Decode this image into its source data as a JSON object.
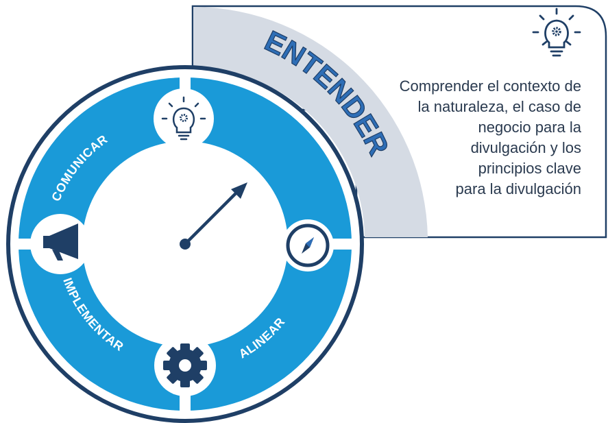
{
  "panel": {
    "title": "ENTENDER",
    "description_lines": [
      "Comprender el contexto de",
      "la naturaleza, el caso de",
      "negocio para la",
      "divulgación y los",
      "principios clave",
      "para la divulgación"
    ],
    "icon": "lightbulb-gear-icon"
  },
  "cycle": {
    "segments": [
      {
        "label": "COMUNICAR",
        "icon": "lightbulb-gear-icon"
      },
      {
        "label": "ALINEAR",
        "icon": "compass-icon"
      },
      {
        "label": "IMPLEMENTAR",
        "icon": "gear-icon"
      },
      {
        "label": "",
        "icon": "megaphone-icon"
      }
    ],
    "center_icon": "arrow-icon"
  },
  "colors": {
    "ring": "#1a9ad8",
    "dark_blue": "#1f3f66",
    "panel_band": "#d5dbe4",
    "text": "#2a3a4f"
  }
}
